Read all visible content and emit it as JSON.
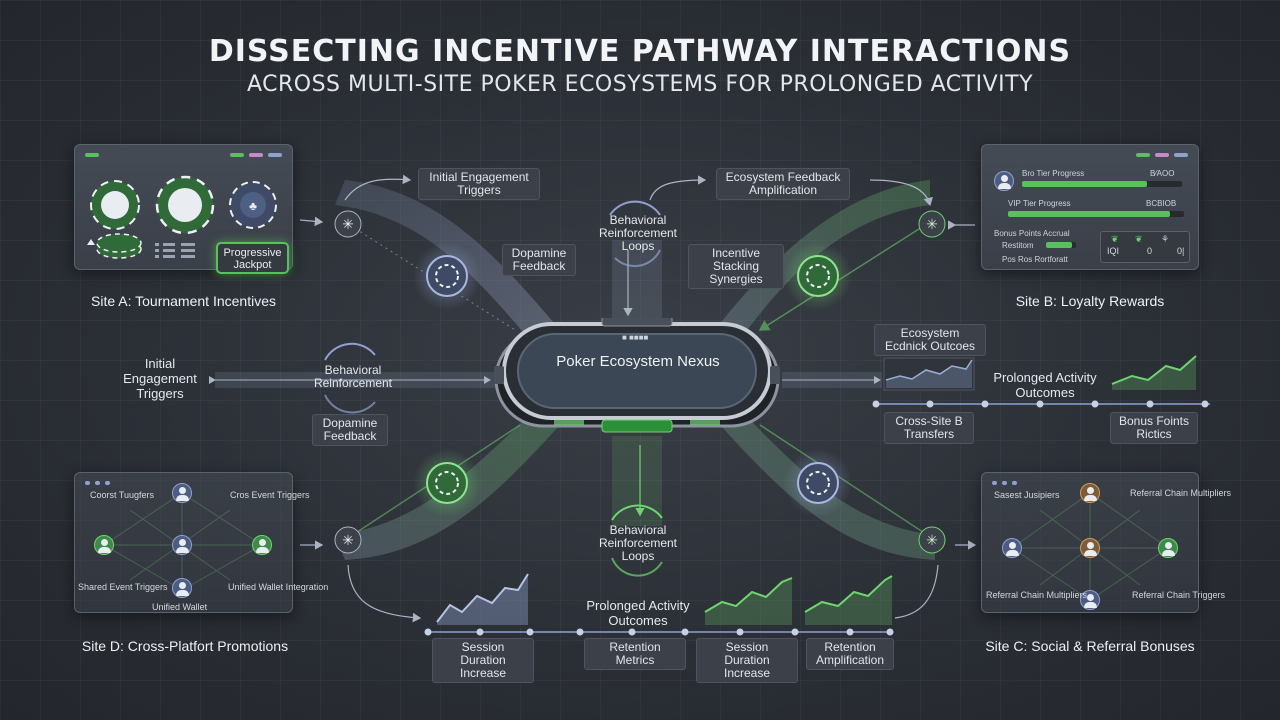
{
  "title": "DISSECTING INCENTIVE PATHWAY INTERACTIONS",
  "subtitle": "ACROSS MULTI-SITE POKER ECOSYSTEMS FOR PROLONGED ACTIVITY",
  "colors": {
    "accent_green": "#58c25a",
    "accent_blue": "#8ea2cf",
    "background": "#2b2f36",
    "panel": "#3f444d"
  },
  "nexus": {
    "label": "Poker Ecosystem Nexus",
    "top_tag": "■ ■■■■"
  },
  "site_a": {
    "label": "Site A: Tournament Incentives",
    "jackpot": "Progressive Jackpot",
    "icons": [
      "poker-chip-icon",
      "poker-chip-icon",
      "poker-chip-icon",
      "poker-chip-icon"
    ]
  },
  "site_b": {
    "label": "Site B: Loyalty Rewards",
    "rows": [
      {
        "name": "Bro Tier Progress",
        "value": "B⁄AOO",
        "fill": 0.78
      },
      {
        "name": "VIP Tier Progress",
        "value": "BCBIOB",
        "fill": 0.92
      }
    ],
    "accrual_title": "Bonus Points Accrual",
    "accrual_rows": [
      "Restitom",
      "Pos Ros Rortforatt"
    ],
    "mini_stats": [
      "IQI",
      "0",
      "0|"
    ]
  },
  "site_c": {
    "label": "Site C: Social & Referral Bonuses",
    "nodes": [
      "Sasest Jusipiers",
      "Referral Chain Multipliers",
      "Referral Chain Multipliers",
      "Referral Chain Triggers"
    ]
  },
  "site_d": {
    "label": "Site D: Cross-Platfort Promotions",
    "nodes": [
      "Coorst Tuugfers",
      "Cros Event Triggers",
      "Shared Event Triggers",
      "Unified Wallet",
      "Unified Wallet Integration"
    ]
  },
  "top_labels": {
    "initial_engagement": "Initial Engagement Triggers",
    "ecosystem_feedback": "Ecosystem Feedback Amplification",
    "behavioral_top": "Behavioral Reinforcement Loops",
    "dopamine_top": "Dopamine Feedback",
    "incentive_stacking": "Incentive Stacking Synergies"
  },
  "left_labels": {
    "initial_engagement": "Initial Engagement Triggers",
    "behavioral": "Behavioral Reinforcement",
    "dopamine": "Dopamine Feedback"
  },
  "right_labels": {
    "ecosystem_outcomes": "Ecosystem Ecdnick Outcoes",
    "prolonged": "Prolonged Activity Outcomes",
    "cross_site": "Cross-Site B Transfers",
    "bonus_points": "Bonus Foints Rictics"
  },
  "bottom_labels": {
    "behavioral_bottom": "Behavioral Reinforcement Loops",
    "prolonged": "Prolonged Activity Outcomes",
    "session_1": "Session Duration Increase",
    "retention_metrics": "Retention Metrics",
    "session_2": "Session Duration Increase",
    "retention_amp": "Retention Amplification"
  }
}
